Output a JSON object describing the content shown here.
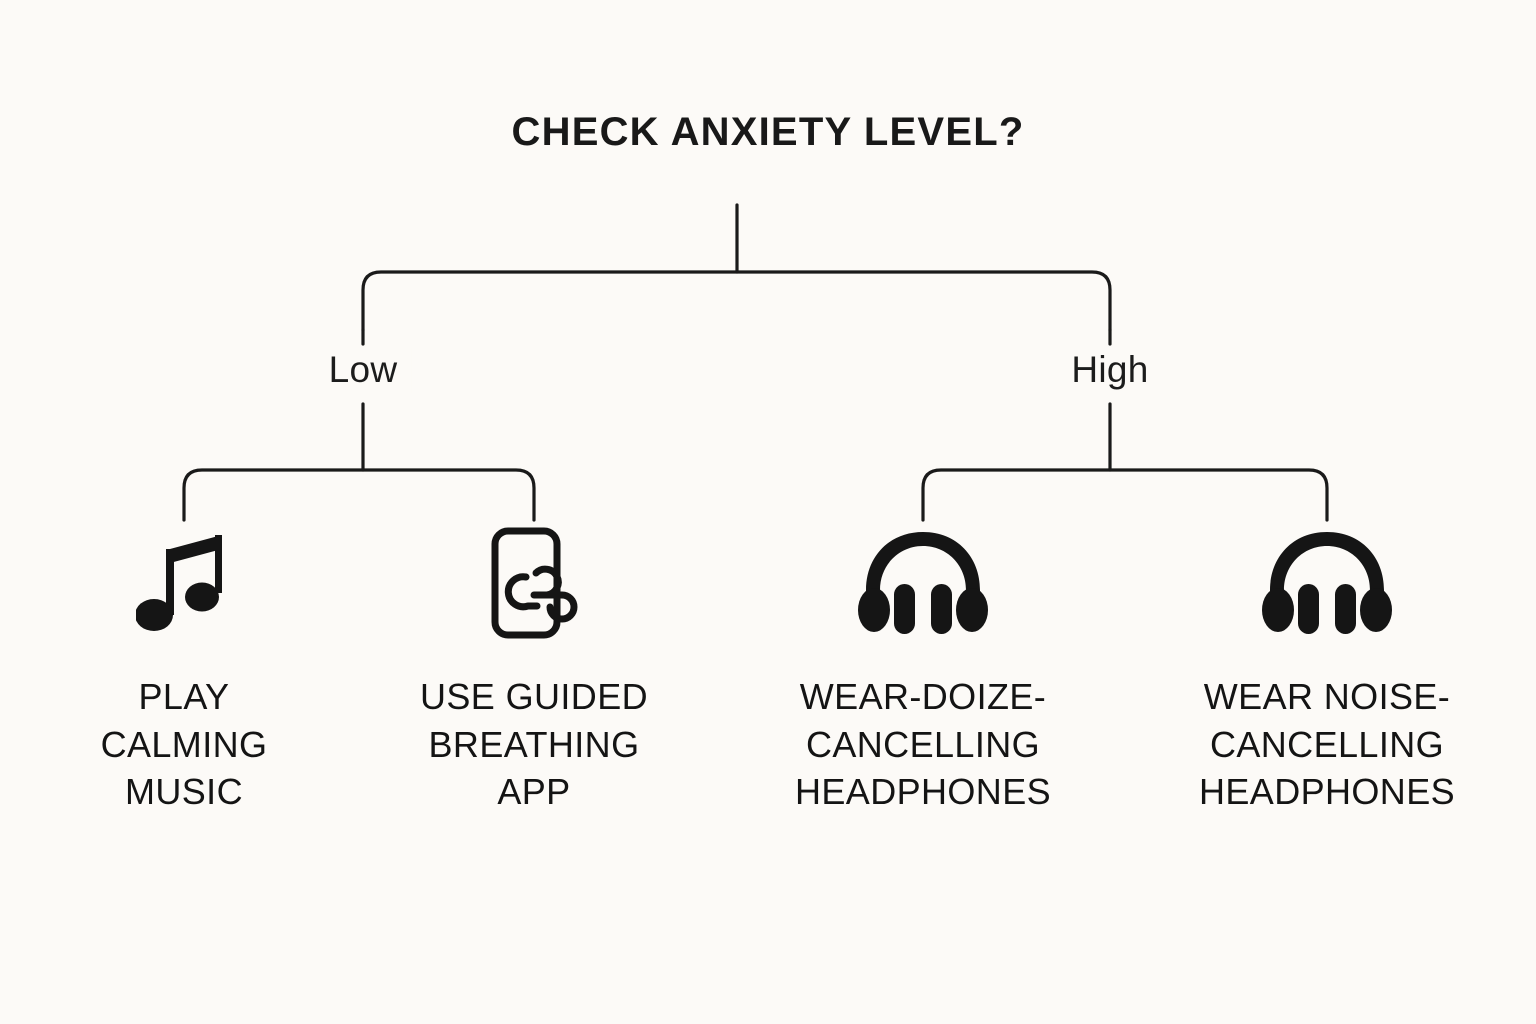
{
  "diagram": {
    "type": "decision-tree",
    "title": "CHECK ANXIETY LEVEL?",
    "background_color": "#fcfaf7",
    "ink_color": "#191919",
    "branches": [
      {
        "id": "low",
        "label": "Low"
      },
      {
        "id": "high",
        "label": "High"
      }
    ],
    "leaves": [
      {
        "id": "play-calming-music",
        "branch": "low",
        "icon": "music-note-icon",
        "label": "PLAY\nCALMING\nMUSIC"
      },
      {
        "id": "use-guided-breathing-app",
        "branch": "low",
        "icon": "breathing-app-phone-icon",
        "label": "USE GUIDED\nBREATHING\nAPP"
      },
      {
        "id": "wear-doize-cancelling-headphones",
        "branch": "high",
        "icon": "headphones-icon",
        "label": "WEAR-DOIZE-\nCANCELLING\nHEADPHONES"
      },
      {
        "id": "wear-noise-cancelling-headphones",
        "branch": "high",
        "icon": "headphones-icon",
        "label": "WEAR NOISE-\nCANCELLING\nHEADPHONES"
      }
    ]
  }
}
